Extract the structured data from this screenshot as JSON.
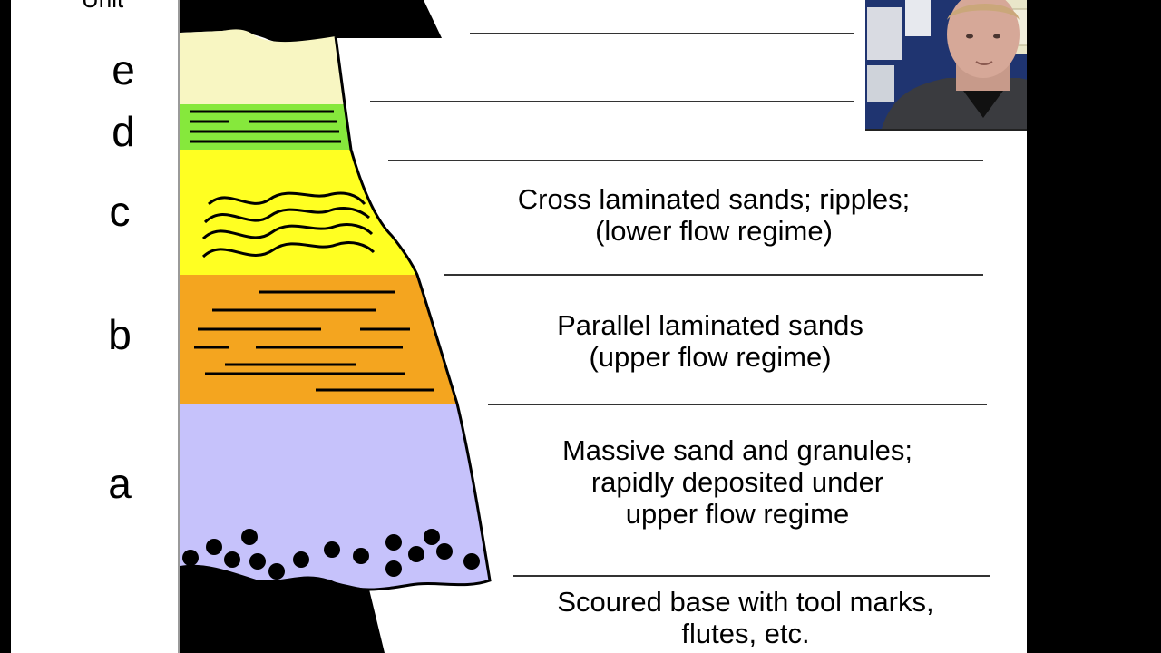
{
  "column_header": "Unit",
  "units": [
    {
      "letter": "e"
    },
    {
      "letter": "d"
    },
    {
      "letter": "c"
    },
    {
      "letter": "b"
    },
    {
      "letter": "a"
    }
  ],
  "descriptions": {
    "c": "Cross laminated sands; ripples;\n(lower flow regime)",
    "b": "Parallel laminated sands\n(upper flow regime)",
    "a": "Massive sand and granules;\nrapidly deposited under\nupper flow regime",
    "base": "Scoured base with tool marks,\nflutes, etc."
  },
  "colors": {
    "unit_e": "#f8f6c2",
    "unit_d": "#86e83c",
    "unit_c": "#ffff22",
    "unit_b": "#f4a51f",
    "unit_a": "#c6c2fb",
    "mudstone": "#000000"
  },
  "webcam": {
    "description_icon": "presenter-video-icon"
  }
}
